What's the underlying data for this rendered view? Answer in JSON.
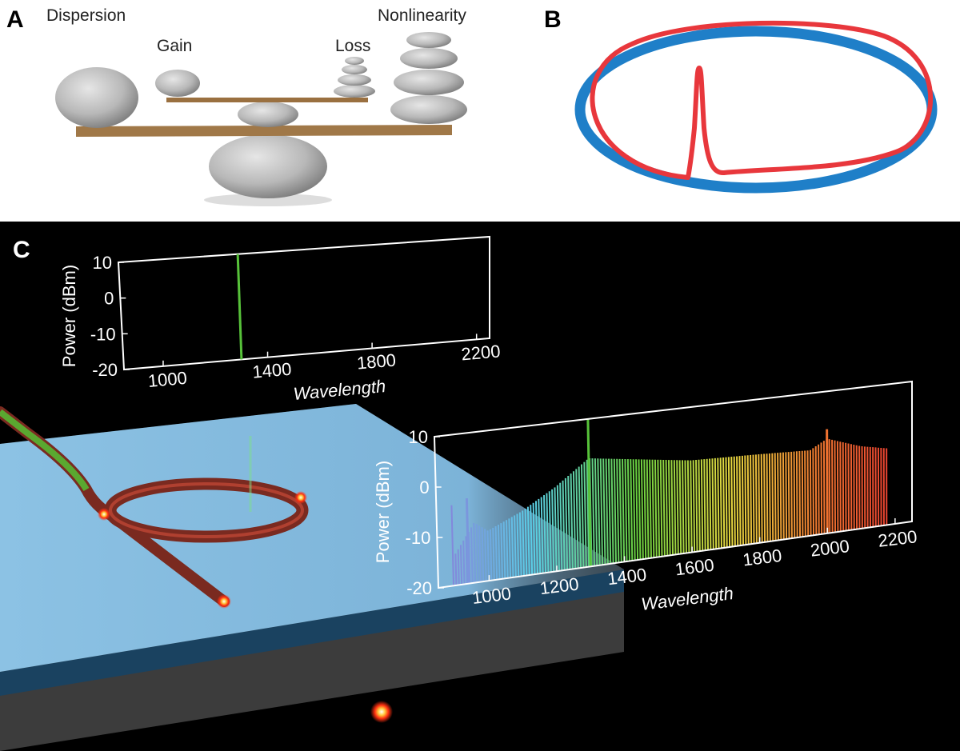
{
  "panels": {
    "a": {
      "letter": "A",
      "labels": {
        "dispersion": "Dispersion",
        "gain": "Gain",
        "loss": "Loss",
        "nonlinearity": "Nonlinearity"
      }
    },
    "b": {
      "letter": "B"
    },
    "c": {
      "letter": "C"
    }
  },
  "colors": {
    "ring_blue": "#1f7fc8",
    "soliton_red": "#e8373c",
    "pump_green": "#57c23a",
    "chip_blue": "#7fb8dc",
    "background": "#000000"
  },
  "chart_data": [
    {
      "type": "bar",
      "name_hint": "input spectrum",
      "xlabel": "Wavelength",
      "ylabel": "Power (dBm)",
      "xlim": [
        850,
        2250
      ],
      "ylim": [
        -20,
        10
      ],
      "xticks": [
        1000,
        1400,
        1800,
        2200
      ],
      "xtick_labels": [
        "1000",
        "1400",
        "1800",
        "2200"
      ],
      "yticks": [
        10,
        0,
        -10,
        -20
      ],
      "ytick_labels": [
        "10",
        "0",
        "-10",
        "-20"
      ],
      "lines": [
        {
          "x": 1300,
          "y": 10
        }
      ]
    },
    {
      "type": "bar",
      "name_hint": "output comb spectrum",
      "xlabel": "Wavelength",
      "ylabel": "Power (dBm)",
      "xlim": [
        850,
        2250
      ],
      "ylim": [
        -20,
        10
      ],
      "xticks": [
        1000,
        1200,
        1400,
        1600,
        1800,
        2000,
        2200
      ],
      "xtick_labels": [
        "1000",
        "1200",
        "1400",
        "1600",
        "1800",
        "2000",
        "2200"
      ],
      "yticks": [
        10,
        0,
        -10,
        -20
      ],
      "ytick_labels": [
        "10",
        "0",
        "-10",
        "-20"
      ],
      "pump": {
        "x": 1300,
        "y": 10
      },
      "dispersive_waves": [
        {
          "x": 940,
          "y": -3
        },
        {
          "x": 2000,
          "y": 2
        }
      ],
      "envelope": [
        {
          "x": 900,
          "y": -14
        },
        {
          "x": 960,
          "y": -8
        },
        {
          "x": 1000,
          "y": -10
        },
        {
          "x": 1100,
          "y": -7
        },
        {
          "x": 1200,
          "y": -3
        },
        {
          "x": 1300,
          "y": 2
        },
        {
          "x": 1400,
          "y": 1
        },
        {
          "x": 1600,
          "y": -1
        },
        {
          "x": 1800,
          "y": -1.5
        },
        {
          "x": 1950,
          "y": -2
        },
        {
          "x": 2000,
          "y": 0
        },
        {
          "x": 2100,
          "y": -2.5
        },
        {
          "x": 2200,
          "y": -4
        }
      ]
    }
  ]
}
